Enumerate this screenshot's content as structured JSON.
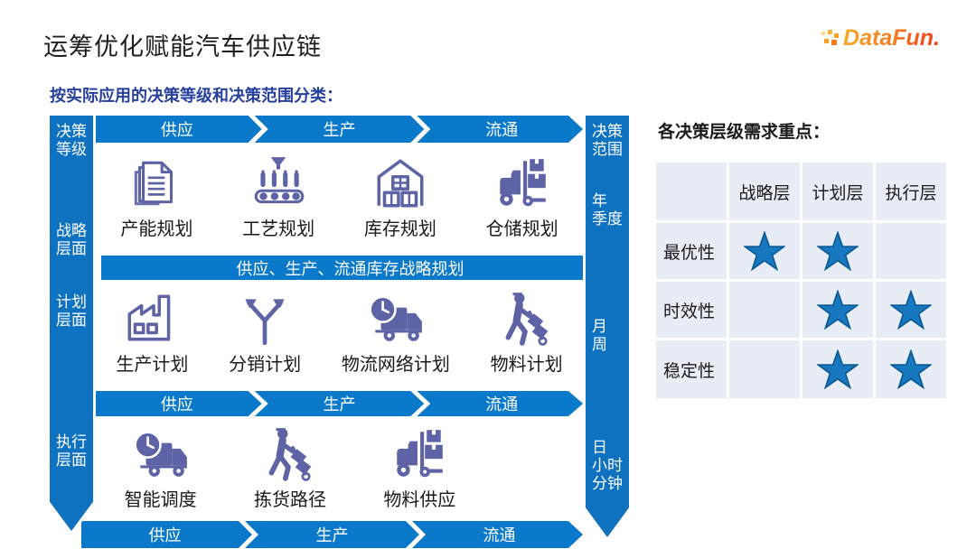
{
  "title": "运筹优化赋能汽车供应链",
  "logo": {
    "text": "DataFun."
  },
  "subtitle": "按实际应用的决策等级和决策范围分类：",
  "diagram": {
    "left_rail": {
      "header": "决策\n等级",
      "levels": [
        "战略\n层面",
        "计划\n层面",
        "执行\n层面"
      ]
    },
    "right_rail": {
      "header": "决策\n范围",
      "scopes": [
        "年\n季度",
        "月\n周",
        "日\n小时\n分钟"
      ]
    },
    "flow_stages": [
      "供应",
      "生产",
      "流通"
    ],
    "strategic_banner": "供应、生产、流通库存战略规划",
    "icon_rows": {
      "strategic": [
        {
          "label": "产能规划",
          "icon": "documents-icon"
        },
        {
          "label": "工艺规划",
          "icon": "production-line-icon"
        },
        {
          "label": "库存规划",
          "icon": "warehouse-icon"
        },
        {
          "label": "仓储规划",
          "icon": "forklift-icon"
        }
      ],
      "planning": [
        {
          "label": "生产计划",
          "icon": "factory-icon"
        },
        {
          "label": "分销计划",
          "icon": "branch-arrows-icon"
        },
        {
          "label": "物流网络计划",
          "icon": "truck-clock-icon"
        },
        {
          "label": "物料计划",
          "icon": "worker-trolley-icon"
        }
      ],
      "execution": [
        {
          "label": "智能调度",
          "icon": "truck-clock-icon"
        },
        {
          "label": "拣货路径",
          "icon": "worker-trolley-icon"
        },
        {
          "label": "物料供应",
          "icon": "forklift-icon"
        }
      ]
    }
  },
  "needs_panel": {
    "title": "各决策层级需求重点：",
    "columns": [
      "战略层",
      "计划层",
      "执行层"
    ],
    "rows": [
      {
        "label": "最优性",
        "stars": [
          1,
          1,
          0
        ]
      },
      {
        "label": "时效性",
        "stars": [
          0,
          1,
          1
        ]
      },
      {
        "label": "稳定性",
        "stars": [
          0,
          1,
          1
        ]
      }
    ]
  },
  "colors": {
    "band_blue": "#0b79c9",
    "rail_blue": "#0f72c0",
    "icon_purple": "#5d63a5",
    "subtitle_blue": "#26409c",
    "table_cell_bg": "#e8ecf4",
    "star_blue": "#1878bf",
    "logo_orange_start": "#f9a825",
    "logo_orange_end": "#ef3b24"
  }
}
